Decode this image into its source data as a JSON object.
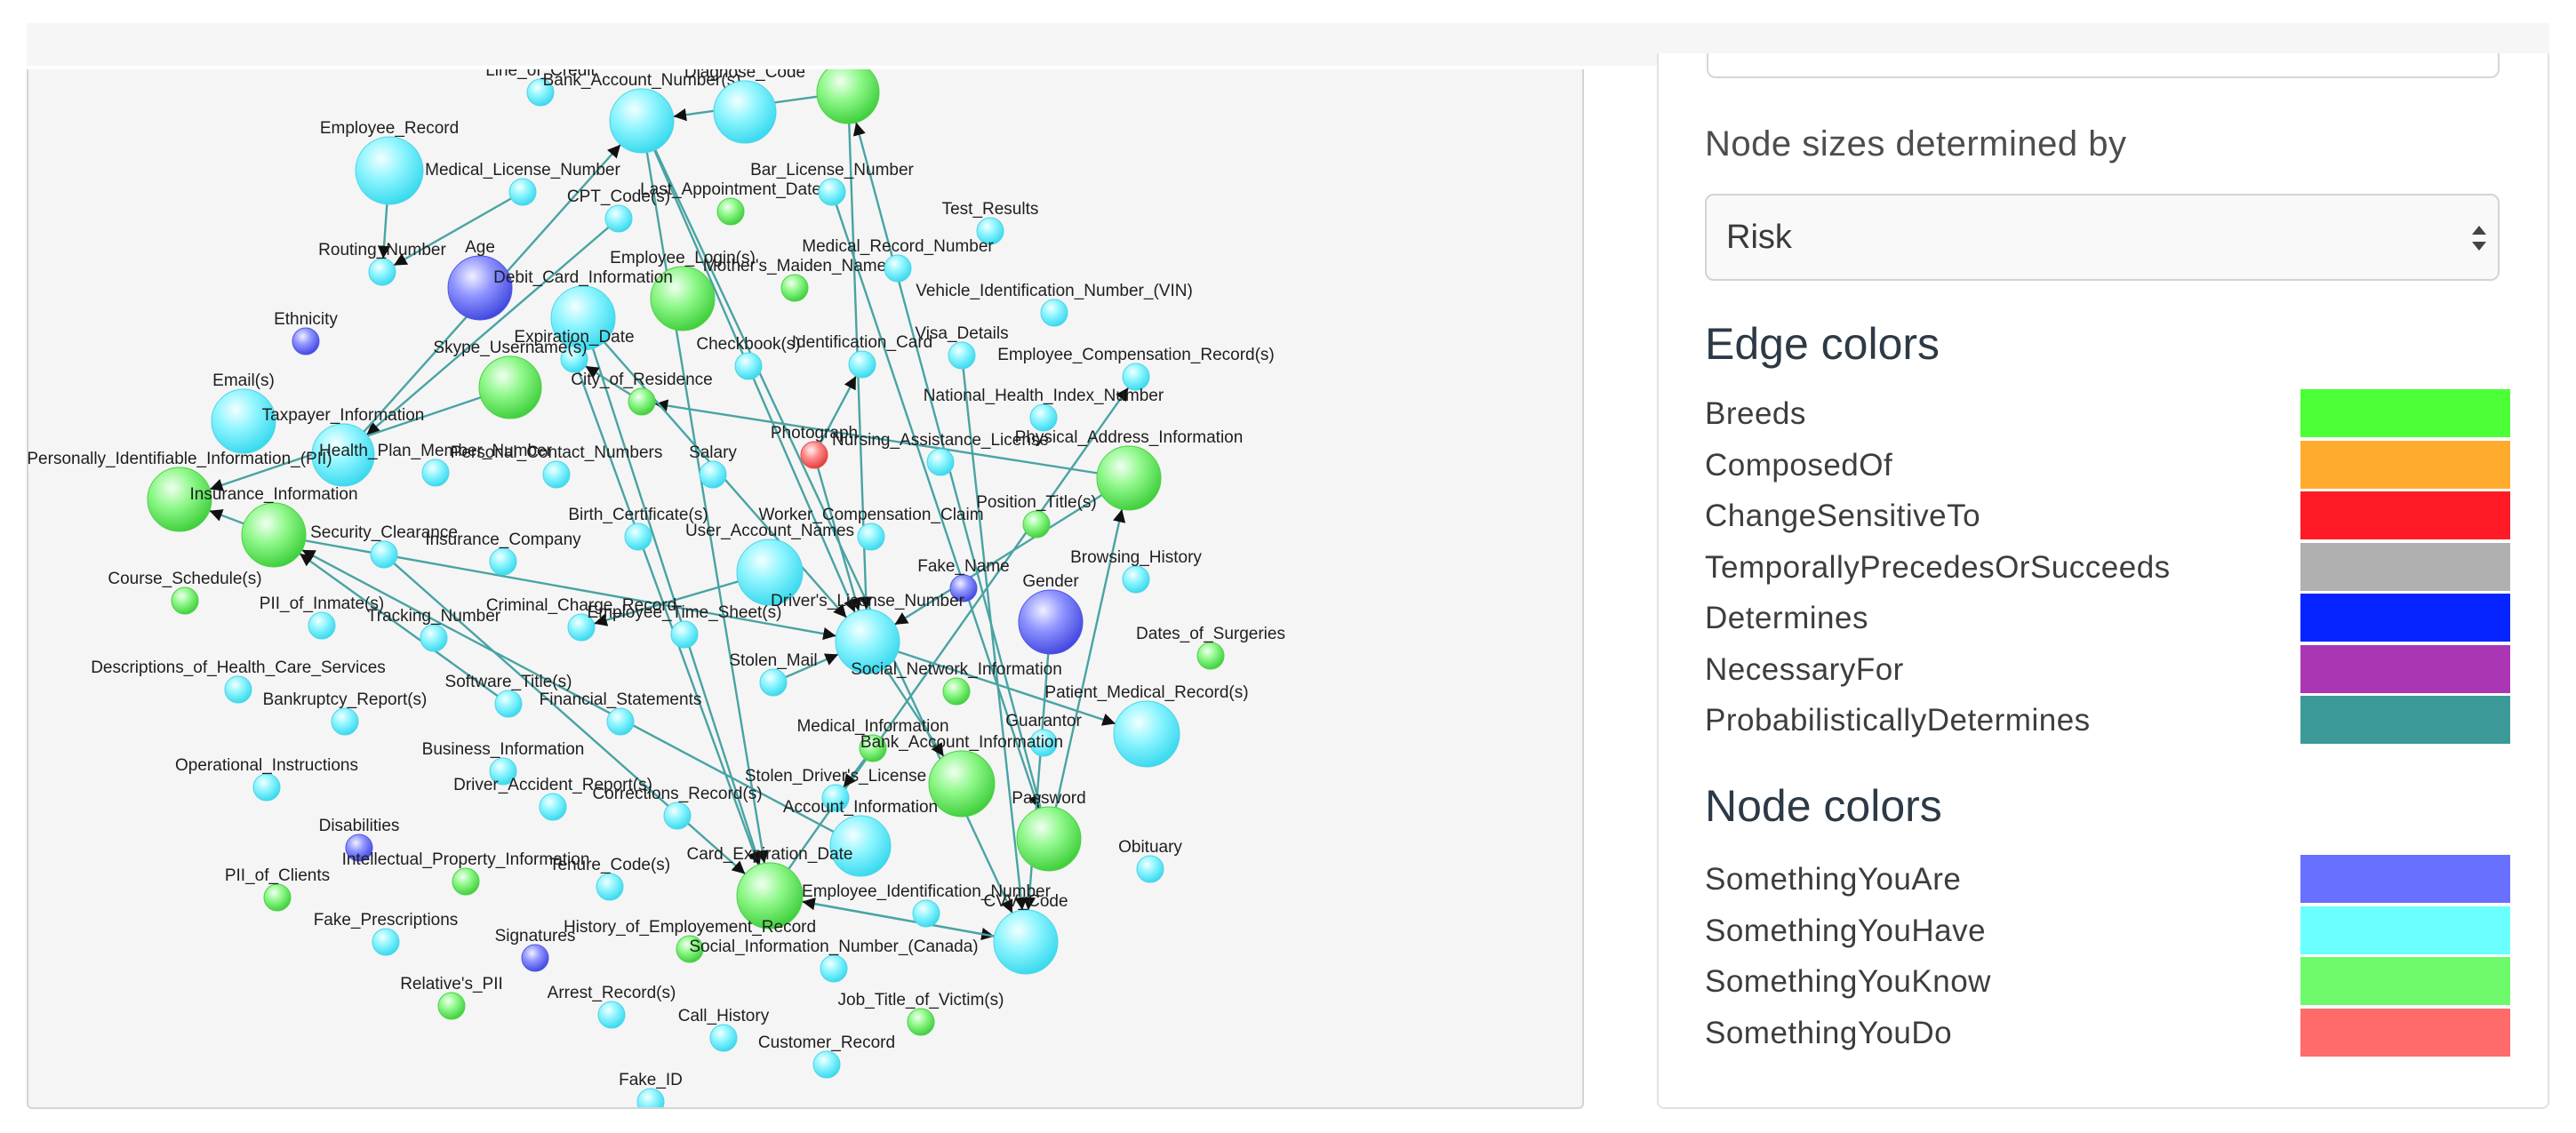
{
  "graph": {
    "nodes": [
      {
        "id": "Line_of_Credit",
        "label": "Line_of_Credit",
        "type": "have",
        "risk": 1
      },
      {
        "id": "Bank_Account_Number_s",
        "label": "Bank_Account_Number(s)",
        "type": "have",
        "risk": 3
      },
      {
        "id": "Diagnose_Code",
        "label": "Diagnose_Code",
        "type": "have",
        "risk": 3
      },
      {
        "id": "Diag_green",
        "label": "",
        "type": "know",
        "risk": 3
      },
      {
        "id": "Employee_Record",
        "label": "Employee_Record",
        "type": "have",
        "risk": 3
      },
      {
        "id": "Medical_License_Number",
        "label": "Medical_License_Number",
        "type": "have",
        "risk": 1
      },
      {
        "id": "CPT_Code_s",
        "label": "CPT_Code(s)",
        "type": "have",
        "risk": 1
      },
      {
        "id": "Last_Appointment_Date",
        "label": "Last_Appointment_Date",
        "type": "know",
        "risk": 1
      },
      {
        "id": "Bar_License_Number",
        "label": "Bar_License_Number",
        "type": "have",
        "risk": 1
      },
      {
        "id": "Test_Results",
        "label": "Test_Results",
        "type": "have",
        "risk": 1
      },
      {
        "id": "Routing_Number",
        "label": "Routing_Number",
        "type": "have",
        "risk": 1
      },
      {
        "id": "Age",
        "label": "Age",
        "type": "are",
        "risk": 3
      },
      {
        "id": "Employee_Login_s",
        "label": "Employee_Login(s)",
        "type": "know",
        "risk": 3
      },
      {
        "id": "Mothers_Maiden_Name",
        "label": "Mother's_Maiden_Name",
        "type": "know",
        "risk": 1
      },
      {
        "id": "Medical_Record_Number",
        "label": "Medical_Record_Number",
        "type": "have",
        "risk": 1
      },
      {
        "id": "Debit_Card_Information",
        "label": "Debit_Card_Information",
        "type": "have",
        "risk": 3
      },
      {
        "id": "Vehicle_Identification_Number_VIN",
        "label": "Vehicle_Identification_Number_(VIN)",
        "type": "have",
        "risk": 1
      },
      {
        "id": "Ethnicity",
        "label": "Ethnicity",
        "type": "are",
        "risk": 1
      },
      {
        "id": "Expiration_Date",
        "label": "Expiration_Date",
        "type": "have",
        "risk": 1
      },
      {
        "id": "Skype_Username_s",
        "label": "Skype_Username(s)",
        "type": "know",
        "risk": 3
      },
      {
        "id": "Checkbook_s",
        "label": "Checkbook(s)",
        "type": "have",
        "risk": 1
      },
      {
        "id": "Identification_Card",
        "label": "Identification_Card",
        "type": "have",
        "risk": 1
      },
      {
        "id": "Visa_Details",
        "label": "Visa_Details",
        "type": "have",
        "risk": 1
      },
      {
        "id": "Employee_Compensation_Record_s",
        "label": "Employee_Compensation_Record(s)",
        "type": "have",
        "risk": 1
      },
      {
        "id": "City_of_Residence",
        "label": "City_of_Residence",
        "type": "know",
        "risk": 1
      },
      {
        "id": "Email_s",
        "label": "Email(s)",
        "type": "have",
        "risk": 3
      },
      {
        "id": "National_Health_Index_Number",
        "label": "National_Health_Index_Number",
        "type": "have",
        "risk": 1
      },
      {
        "id": "Taxpayer_Information",
        "label": "Taxpayer_Information",
        "type": "have",
        "risk": 3
      },
      {
        "id": "Photograph",
        "label": "Photograph",
        "type": "do",
        "risk": 1
      },
      {
        "id": "Health_Plan_Member_Number",
        "label": "Health_Plan_Member_Number",
        "type": "have",
        "risk": 1
      },
      {
        "id": "Personal_Contact_Numbers",
        "label": "Personal_Contact_Numbers",
        "type": "have",
        "risk": 1
      },
      {
        "id": "Salary",
        "label": "Salary",
        "type": "have",
        "risk": 1
      },
      {
        "id": "Nursing_Assistance_License",
        "label": "Nursing_Assistance_License",
        "type": "have",
        "risk": 1
      },
      {
        "id": "Physical_Address_Information",
        "label": "Physical_Address_Information",
        "type": "know",
        "risk": 3
      },
      {
        "id": "PII",
        "label": "Personally_Identifiable_Information_(PII)",
        "type": "know",
        "risk": 3
      },
      {
        "id": "Insurance_Information",
        "label": "Insurance_Information",
        "type": "know",
        "risk": 3
      },
      {
        "id": "Position_Title_s",
        "label": "Position_Title(s)",
        "type": "know",
        "risk": 1
      },
      {
        "id": "Birth_Certificate_s",
        "label": "Birth_Certificate(s)",
        "type": "have",
        "risk": 1
      },
      {
        "id": "Worker_Compensation_Claim",
        "label": "Worker_Compensation_Claim",
        "type": "have",
        "risk": 1
      },
      {
        "id": "Security_Clearance",
        "label": "Security_Clearance",
        "type": "have",
        "risk": 1
      },
      {
        "id": "Insurance_Company",
        "label": "Insurance_Company",
        "type": "have",
        "risk": 1
      },
      {
        "id": "User_Account_Names",
        "label": "User_Account_Names",
        "type": "have",
        "risk": 3
      },
      {
        "id": "Browsing_History",
        "label": "Browsing_History",
        "type": "have",
        "risk": 1
      },
      {
        "id": "Fake_Name",
        "label": "Fake_Name",
        "type": "are",
        "risk": 1
      },
      {
        "id": "Course_Schedule_s",
        "label": "Course_Schedule(s)",
        "type": "know",
        "risk": 1
      },
      {
        "id": "Gender",
        "label": "Gender",
        "type": "are",
        "risk": 3
      },
      {
        "id": "PII_of_Inmate_s",
        "label": "PII_of_Inmate(s)",
        "type": "have",
        "risk": 1
      },
      {
        "id": "Criminal_Charge_Record",
        "label": "Criminal_Charge_Record",
        "type": "have",
        "risk": 1
      },
      {
        "id": "Employee_Time_Sheet_s",
        "label": "Employee_Time_Sheet(s)",
        "type": "have",
        "risk": 1
      },
      {
        "id": "Drivers_License_Number",
        "label": "Driver's_License_Number",
        "type": "have",
        "risk": 3
      },
      {
        "id": "Tracking_Number",
        "label": "Tracking_Number",
        "type": "have",
        "risk": 1
      },
      {
        "id": "Dates_of_Surgeries",
        "label": "Dates_of_Surgeries",
        "type": "know",
        "risk": 1
      },
      {
        "id": "Stolen_Mail",
        "label": "Stolen_Mail",
        "type": "have",
        "risk": 1
      },
      {
        "id": "Descriptions_of_Health_Care_Services",
        "label": "Descriptions_of_Health_Care_Services",
        "type": "have",
        "risk": 1
      },
      {
        "id": "Social_Network_Information",
        "label": "Social_Network_Information",
        "type": "know",
        "risk": 1
      },
      {
        "id": "Software_Title_s",
        "label": "Software_Title(s)",
        "type": "have",
        "risk": 1
      },
      {
        "id": "Patient_Medical_Record_s",
        "label": "Patient_Medical_Record(s)",
        "type": "have",
        "risk": 3
      },
      {
        "id": "Bankruptcy_Report_s",
        "label": "Bankruptcy_Report(s)",
        "type": "have",
        "risk": 1
      },
      {
        "id": "Financial_Statements",
        "label": "Financial_Statements",
        "type": "have",
        "risk": 1
      },
      {
        "id": "Medical_Information",
        "label": "Medical_Information",
        "type": "know",
        "risk": 1
      },
      {
        "id": "Guarantor",
        "label": "Guarantor",
        "type": "have",
        "risk": 1
      },
      {
        "id": "Bank_Account_Information",
        "label": "Bank_Account_Information",
        "type": "know",
        "risk": 3
      },
      {
        "id": "Business_Information",
        "label": "Business_Information",
        "type": "have",
        "risk": 1
      },
      {
        "id": "Operational_Instructions",
        "label": "Operational_Instructions",
        "type": "have",
        "risk": 1
      },
      {
        "id": "Stolen_Drivers_License",
        "label": "Stolen_Driver's_License",
        "type": "have",
        "risk": 1
      },
      {
        "id": "Driver_Accident_Report_s",
        "label": "Driver_Accident_Report(s)",
        "type": "have",
        "risk": 1
      },
      {
        "id": "Corrections_Record_s",
        "label": "Corrections_Record(s)",
        "type": "have",
        "risk": 1
      },
      {
        "id": "Password",
        "label": "Password",
        "type": "know",
        "risk": 3
      },
      {
        "id": "Account_Information",
        "label": "Account_Information",
        "type": "have",
        "risk": 3
      },
      {
        "id": "Disabilities",
        "label": "Disabilities",
        "type": "are",
        "risk": 1
      },
      {
        "id": "Obituary",
        "label": "Obituary",
        "type": "have",
        "risk": 1
      },
      {
        "id": "Card_Expiration_Date",
        "label": "Card_Expiration_Date",
        "type": "know",
        "risk": 3
      },
      {
        "id": "Intellectual_Property_Information",
        "label": "Intellectual_Property_Information",
        "type": "know",
        "risk": 1
      },
      {
        "id": "Tenure_Code_s",
        "label": "Tenure_Code(s)",
        "type": "have",
        "risk": 1
      },
      {
        "id": "PII_of_Clients",
        "label": "PII_of_Clients",
        "type": "know",
        "risk": 1
      },
      {
        "id": "Employee_Identification_Number",
        "label": "Employee_Identification_Number",
        "type": "have",
        "risk": 1
      },
      {
        "id": "CVV_Code",
        "label": "CVV_Code",
        "type": "have",
        "risk": 3
      },
      {
        "id": "Fake_Prescriptions",
        "label": "Fake_Prescriptions",
        "type": "have",
        "risk": 1
      },
      {
        "id": "Signatures",
        "label": "Signatures",
        "type": "are",
        "risk": 1
      },
      {
        "id": "History_of_Employement_Record",
        "label": "History_of_Employement_Record",
        "type": "know",
        "risk": 1
      },
      {
        "id": "Social_Information_Number_Canada",
        "label": "Social_Information_Number_(Canada)",
        "type": "have",
        "risk": 1
      },
      {
        "id": "Relatives_PII",
        "label": "Relative's_PII",
        "type": "know",
        "risk": 1
      },
      {
        "id": "Arrest_Record_s",
        "label": "Arrest_Record(s)",
        "type": "have",
        "risk": 1
      },
      {
        "id": "Job_Title_of_Victim_s",
        "label": "Job_Title_of_Victim(s)",
        "type": "know",
        "risk": 1
      },
      {
        "id": "Call_History",
        "label": "Call_History",
        "type": "have",
        "risk": 1
      },
      {
        "id": "Customer_Record",
        "label": "Customer_Record",
        "type": "have",
        "risk": 1
      },
      {
        "id": "Fake_ID",
        "label": "Fake_ID",
        "type": "have",
        "risk": 1
      }
    ],
    "edges": [
      [
        "Employee_Record",
        "Routing_Number"
      ],
      [
        "Medical_License_Number",
        "Routing_Number"
      ],
      [
        "CPT_Code_s",
        "Taxpayer_Information"
      ],
      [
        "Taxpayer_Information",
        "Bank_Account_Number_s"
      ],
      [
        "Bank_Account_Number_s",
        "Drivers_License_Number"
      ],
      [
        "Bank_Account_Number_s",
        "Card_Expiration_Date"
      ],
      [
        "Diag_green",
        "Bank_Account_Number_s"
      ],
      [
        "Bank_Account_Number_s",
        "CVV_Code"
      ],
      [
        "Diag_green",
        "Drivers_License_Number"
      ],
      [
        "Bar_License_Number",
        "Password"
      ],
      [
        "Password",
        "Physical_Address_Information"
      ],
      [
        "Password",
        "Diag_green"
      ],
      [
        "Physical_Address_Information",
        "City_of_Residence"
      ],
      [
        "Physical_Address_Information",
        "Drivers_License_Number"
      ],
      [
        "Photograph",
        "Identification_Card"
      ],
      [
        "Photograph",
        "Drivers_License_Number"
      ],
      [
        "Visa_Details",
        "CVV_Code"
      ],
      [
        "Debit_Card_Information",
        "Card_Expiration_Date"
      ],
      [
        "Debit_Card_Information",
        "Drivers_License_Number"
      ],
      [
        "Expiration_Date",
        "Card_Expiration_Date"
      ],
      [
        "City_of_Residence",
        "Expiration_Date"
      ],
      [
        "Skype_Username_s",
        "PII"
      ],
      [
        "Insurance_Information",
        "Drivers_License_Number"
      ],
      [
        "Insurance_Information",
        "PII"
      ],
      [
        "Account_Information",
        "Insurance_Information"
      ],
      [
        "Security_Clearance",
        "Card_Expiration_Date"
      ],
      [
        "Software_Title_s",
        "Insurance_Information"
      ],
      [
        "User_Account_Names",
        "Criminal_Charge_Record"
      ],
      [
        "Drivers_License_Number",
        "Patient_Medical_Record_s"
      ],
      [
        "Drivers_License_Number",
        "Bank_Account_Information"
      ],
      [
        "Card_Expiration_Date",
        "CVV_Code"
      ],
      [
        "Card_Expiration_Date",
        "Employee_Compensation_Record_s"
      ],
      [
        "Medical_Information",
        "Stolen_Drivers_License"
      ],
      [
        "CVV_Code",
        "Card_Expiration_Date"
      ],
      [
        "Stolen_Mail",
        "Drivers_License_Number"
      ],
      [
        "Gender",
        "CVV_Code"
      ]
    ]
  },
  "sidebar": {
    "node_sizes_label": "Node sizes determined by",
    "node_sizes_value": "Risk",
    "edge_colors_title": "Edge colors",
    "edge_colors": [
      {
        "label": "Breeds",
        "color": "#4cff37"
      },
      {
        "label": "ComposedOf",
        "color": "#ffab2d"
      },
      {
        "label": "ChangeSensitiveTo",
        "color": "#ff1b25"
      },
      {
        "label": "TemporallyPrecedesOrSucceeds",
        "color": "#b0b0b0"
      },
      {
        "label": "Determines",
        "color": "#0624ff"
      },
      {
        "label": "NecessaryFor",
        "color": "#ab36b4"
      },
      {
        "label": "ProbabilisticallyDetermines",
        "color": "#3b9a98"
      }
    ],
    "node_colors_title": "Node colors",
    "node_colors": [
      {
        "label": "SomethingYouAre",
        "color": "#6770ff"
      },
      {
        "label": "SomethingYouHave",
        "color": "#6cffff"
      },
      {
        "label": "SomethingYouKnow",
        "color": "#6ffa6b"
      },
      {
        "label": "SomethingYouDo",
        "color": "#ff6a6a"
      }
    ]
  }
}
